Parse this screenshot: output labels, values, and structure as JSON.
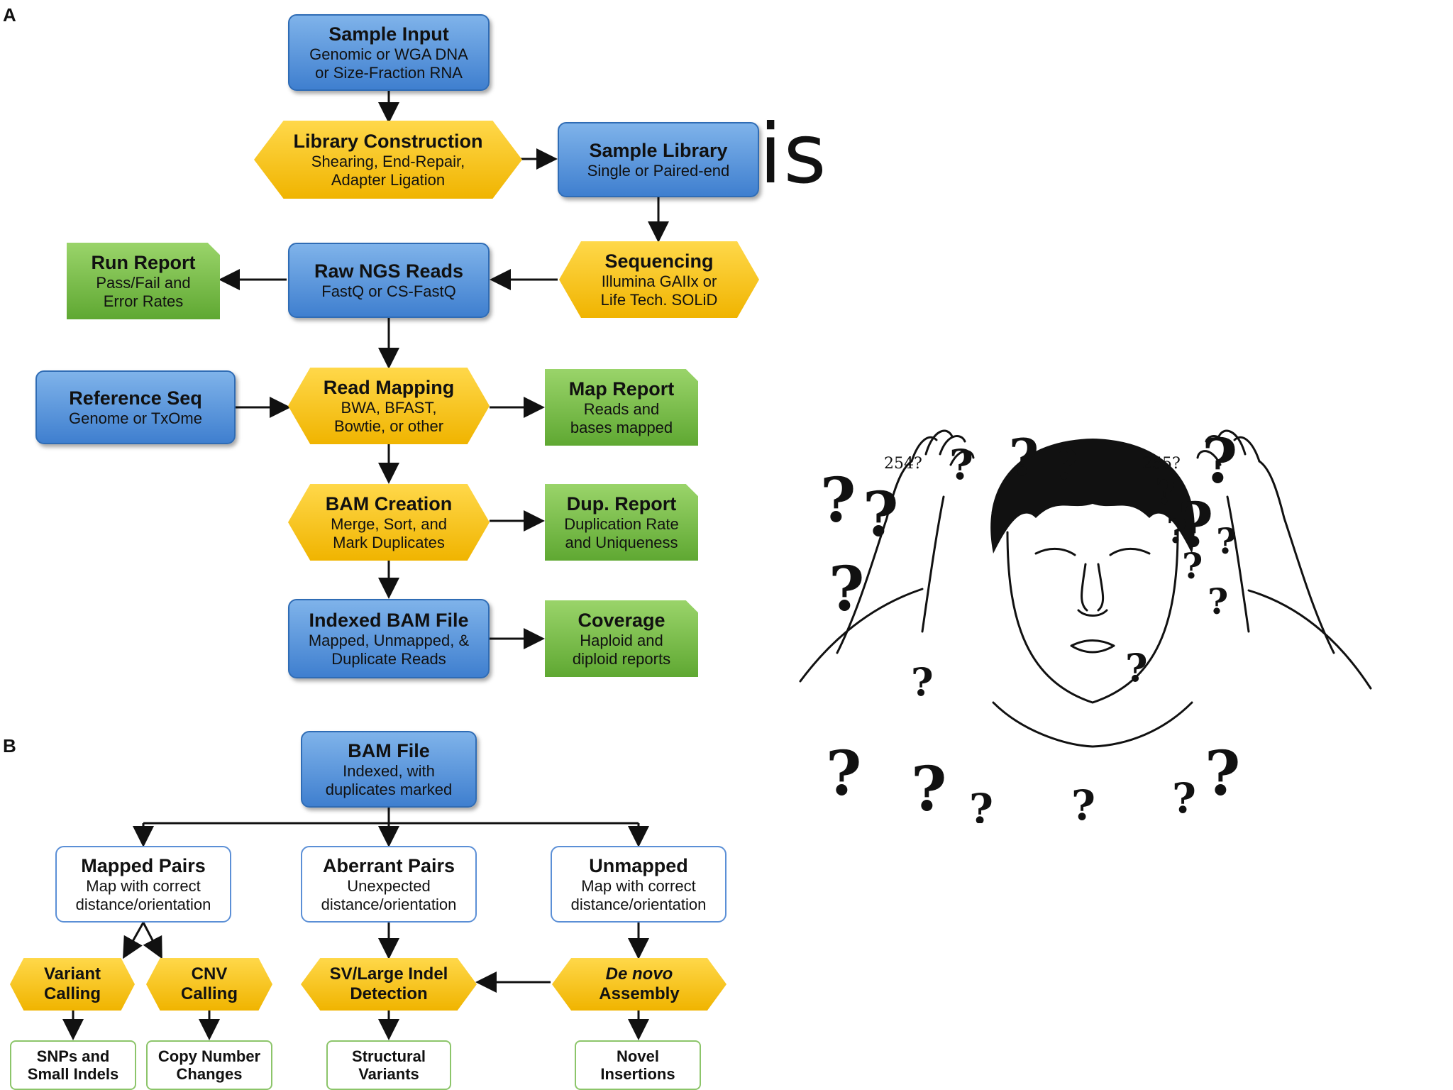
{
  "background_title": "is",
  "panel_a": {
    "label": "A",
    "sample_input": {
      "title": "Sample Input",
      "sub1": "Genomic or WGA DNA",
      "sub2": "or Size-Fraction RNA"
    },
    "library_construction": {
      "title": "Library Construction",
      "sub1": "Shearing, End-Repair,",
      "sub2": "Adapter Ligation"
    },
    "sample_library": {
      "title": "Sample Library",
      "sub1": "Single or Paired-end"
    },
    "sequencing": {
      "title": "Sequencing",
      "sub1": "Illumina GAIIx or",
      "sub2": "Life Tech. SOLiD"
    },
    "raw_reads": {
      "title": "Raw NGS Reads",
      "sub1": "FastQ or CS-FastQ"
    },
    "run_report": {
      "title": "Run Report",
      "sub1": "Pass/Fail and",
      "sub2": "Error Rates"
    },
    "reference_seq": {
      "title": "Reference Seq",
      "sub1": "Genome or TxOme"
    },
    "read_mapping": {
      "title": "Read Mapping",
      "sub1": "BWA, BFAST,",
      "sub2": "Bowtie, or other"
    },
    "map_report": {
      "title": "Map Report",
      "sub1": "Reads and",
      "sub2": "bases mapped"
    },
    "bam_creation": {
      "title": "BAM Creation",
      "sub1": "Merge, Sort, and",
      "sub2": "Mark Duplicates"
    },
    "dup_report": {
      "title": "Dup. Report",
      "sub1": "Duplication Rate",
      "sub2": "and Uniqueness"
    },
    "indexed_bam": {
      "title": "Indexed BAM File",
      "sub1": "Mapped, Unmapped, &",
      "sub2": "Duplicate Reads"
    },
    "coverage": {
      "title": "Coverage",
      "sub1": "Haploid and",
      "sub2": "diploid reports"
    }
  },
  "panel_b": {
    "label": "B",
    "bam_file": {
      "title": "BAM File",
      "sub1": "Indexed, with",
      "sub2": "duplicates marked"
    },
    "mapped_pairs": {
      "title": "Mapped Pairs",
      "sub1": "Map with correct",
      "sub2": "distance/orientation"
    },
    "aberrant_pairs": {
      "title": "Aberrant Pairs",
      "sub1": "Unexpected",
      "sub2": "distance/orientation"
    },
    "unmapped": {
      "title": "Unmapped",
      "sub1": "Map with correct",
      "sub2": "distance/orientation"
    },
    "variant_calling": {
      "line1": "Variant",
      "line2": "Calling"
    },
    "cnv_calling": {
      "line1": "CNV",
      "line2": "Calling"
    },
    "sv_detection": {
      "line1": "SV/Large Indel",
      "line2": "Detection"
    },
    "de_novo": {
      "line1": "De novo",
      "line2": "Assembly"
    },
    "snps": {
      "line1": "SNPs and",
      "line2": "Small Indels"
    },
    "copy_number": {
      "line1": "Copy Number",
      "line2": "Changes"
    },
    "structural": {
      "line1": "Structural",
      "line2": "Variants"
    },
    "novel": {
      "line1": "Novel",
      "line2": "Insertions"
    }
  },
  "meme": {
    "label_left": "254?",
    "label_right": "255?",
    "question_mark": "?"
  }
}
